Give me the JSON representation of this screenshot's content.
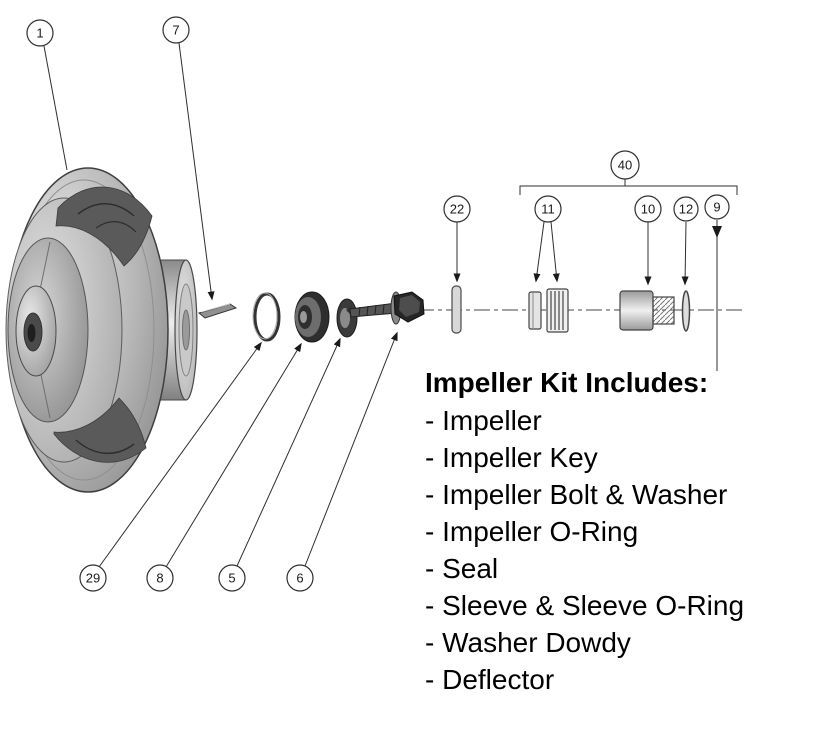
{
  "callouts": {
    "n1": "1",
    "n7": "7",
    "n40": "40",
    "n22": "22",
    "n11": "11",
    "n10": "10",
    "n12": "12",
    "n9": "9",
    "n29": "29",
    "n8": "8",
    "n5": "5",
    "n6": "6"
  },
  "kit": {
    "title": "Impeller Kit Includes:",
    "items": [
      "- Impeller",
      "- Impeller Key",
      "- Impeller Bolt & Washer",
      "- Impeller O-Ring",
      "- Seal",
      "- Sleeve & Sleeve O-Ring",
      "- Washer Dowdy",
      "- Deflector"
    ]
  },
  "colors": {
    "line": "#2f2f2f",
    "metal_light": "#ececec",
    "metal_mid": "#b5b5b5",
    "metal_dark": "#5a5a5a",
    "background": "#ffffff"
  }
}
